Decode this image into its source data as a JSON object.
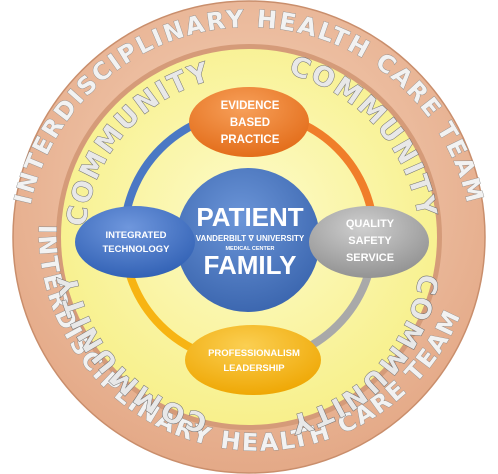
{
  "outer_ring": {
    "top_text": "INTERDISCIPLINARY HEALTH CARE TEAM",
    "bottom_text": "INTERDISCIPLINARY HEALTH CARE TEAM"
  },
  "community_ring": {
    "labels": [
      "COMMUNITY",
      "COMMUNITY",
      "COMMUNITY",
      "COMMUNITY"
    ]
  },
  "center": {
    "line1": "PATIENT",
    "logo_text": "VANDERBILT ∇ UNIVERSITY",
    "logo_subtext": "MEDICAL CENTER",
    "line2": "FAMILY"
  },
  "nodes": {
    "top": {
      "lines": [
        "EVIDENCE",
        "BASED",
        "PRACTICE"
      ]
    },
    "right": {
      "lines": [
        "QUALITY",
        "SAFETY",
        "SERVICE"
      ]
    },
    "bottom": {
      "lines": [
        "PROFESSIONALISM",
        "LEADERSHIP"
      ]
    },
    "left": {
      "lines": [
        "INTEGRATED",
        "TECHNOLOGY"
      ]
    }
  },
  "colors": {
    "outer_ring": "#f1c2a2",
    "inner_field": "#fbf7a6",
    "center": "#4a78c4",
    "top_node": "#f07e2a",
    "right_node": "#a9a9a9",
    "bottom_node": "#f7b413",
    "left_node": "#3f6fc6"
  }
}
